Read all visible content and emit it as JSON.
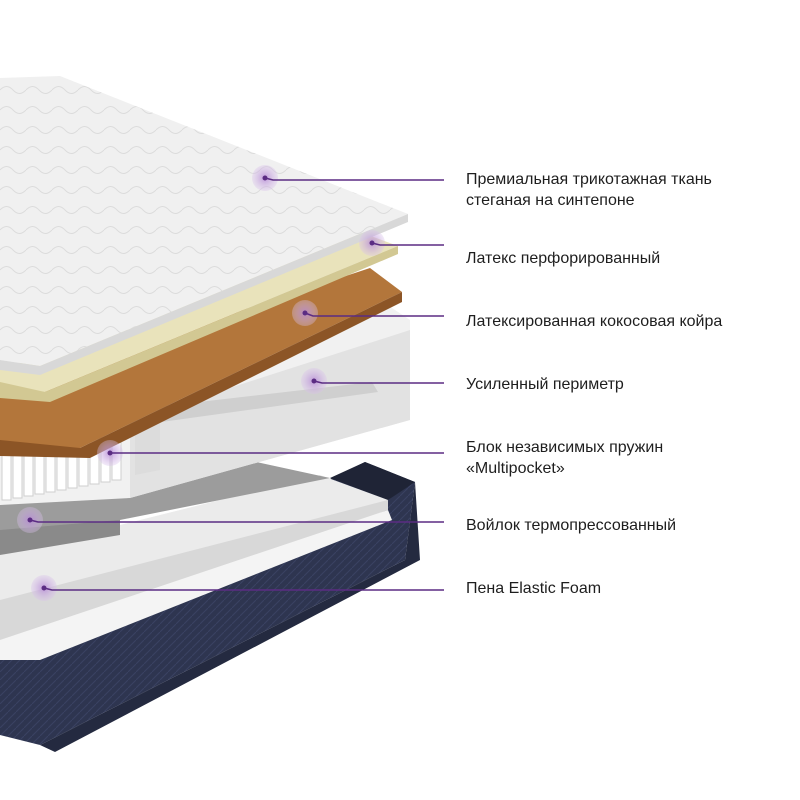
{
  "colors": {
    "accent": "#5b2c83",
    "marker": "#c9a6e0",
    "text": "#1e1e1e",
    "base": "#2a3047"
  },
  "layers": [
    {
      "id": "fabric",
      "lines": [
        "Премиальная трикотажная ткань",
        "стеганая на синтепоне"
      ]
    },
    {
      "id": "latex",
      "lines": [
        "Латекс перфорированный"
      ]
    },
    {
      "id": "coir",
      "lines": [
        "Латексированная кокосовая койра"
      ]
    },
    {
      "id": "perimeter",
      "lines": [
        "Усиленный периметр"
      ]
    },
    {
      "id": "springs",
      "lines": [
        "Блок независимых пружин",
        "«Multipocket»"
      ]
    },
    {
      "id": "felt",
      "lines": [
        "Войлок термопрессованный"
      ]
    },
    {
      "id": "foam",
      "lines": [
        "Пена Elastic Foam"
      ]
    }
  ]
}
